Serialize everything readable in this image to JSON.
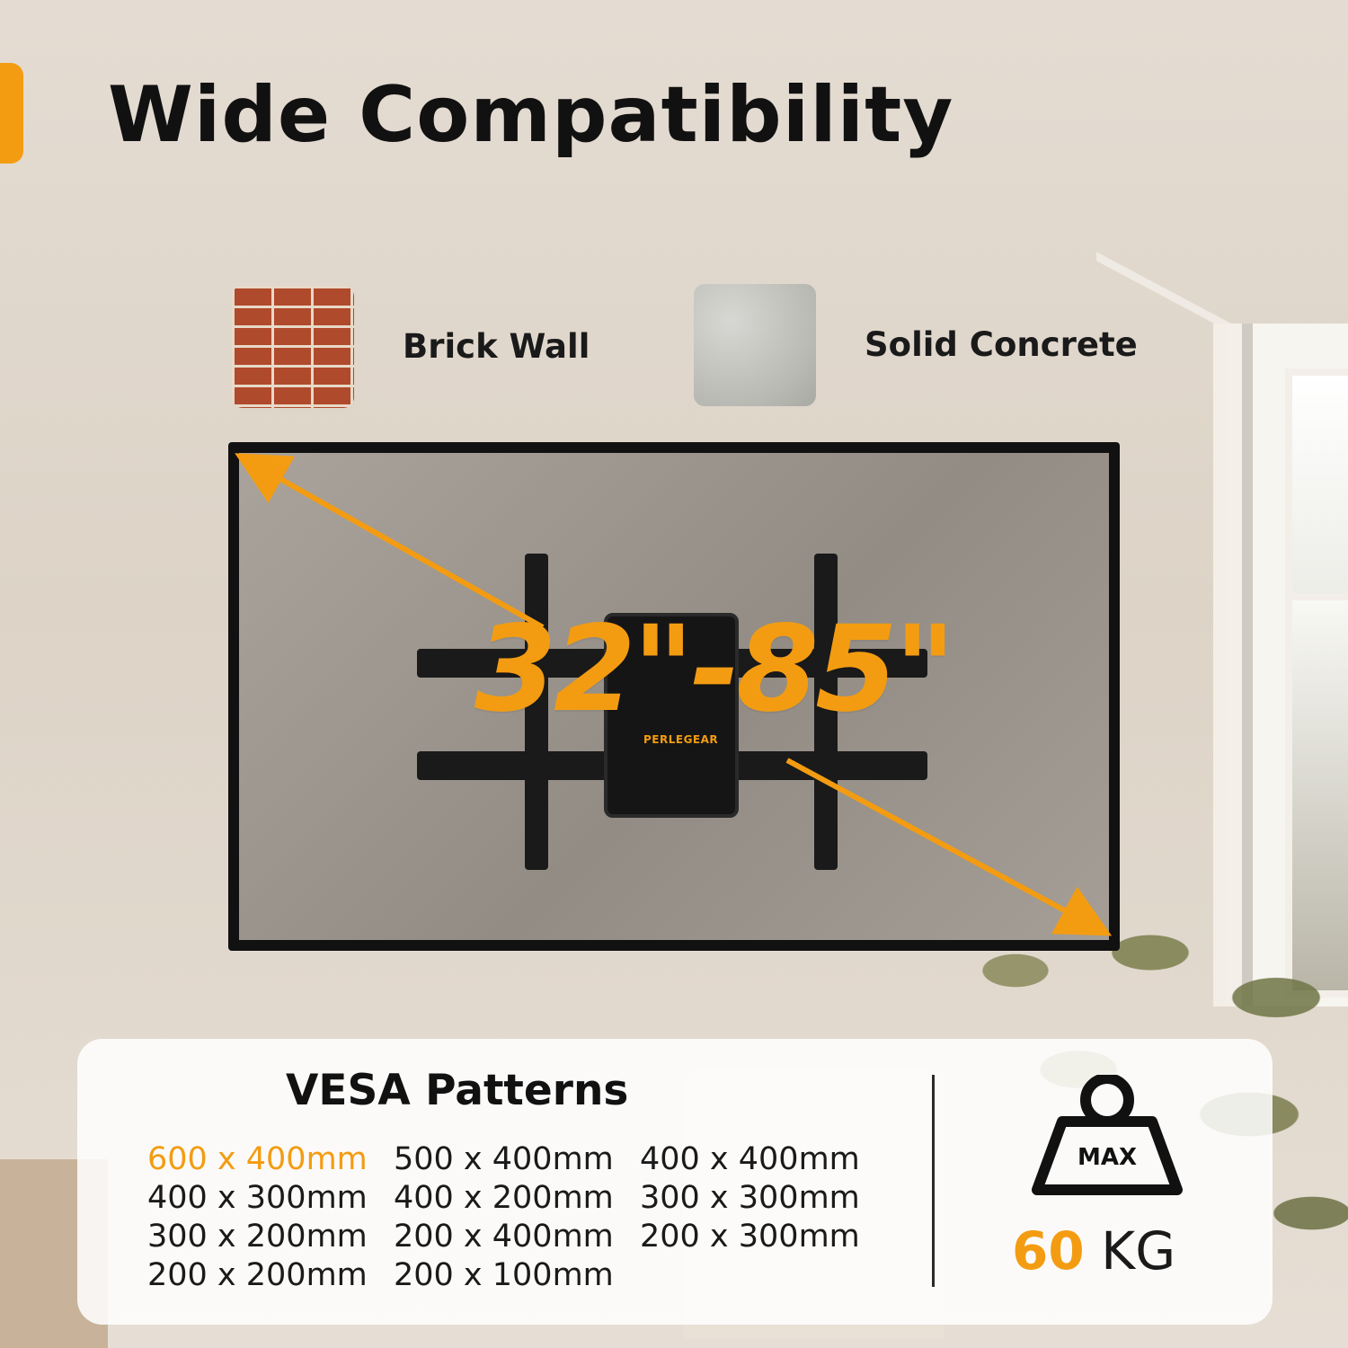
{
  "title": "Wide Compatibility",
  "colors": {
    "accent": "#f39c12",
    "text": "#111111"
  },
  "wall_types": [
    {
      "label": "Brick Wall",
      "icon": "brick-texture-icon"
    },
    {
      "label": "Solid Concrete",
      "icon": "concrete-texture-icon"
    }
  ],
  "tv": {
    "size_range": "32\"-85\"",
    "brand": "PERLEGEAR"
  },
  "vesa": {
    "title": "VESA Patterns",
    "patterns": [
      "600 x 400mm",
      "500 x 400mm",
      "400 x 400mm",
      "400 x 300mm",
      "400 x 200mm",
      "300 x 300mm",
      "300 x 200mm",
      "200 x 400mm",
      "200 x 300mm",
      "200 x 200mm",
      "200 x 100mm"
    ],
    "highlighted_index": 0
  },
  "max_load": {
    "icon_label": "MAX",
    "value": "60",
    "unit": "KG"
  }
}
